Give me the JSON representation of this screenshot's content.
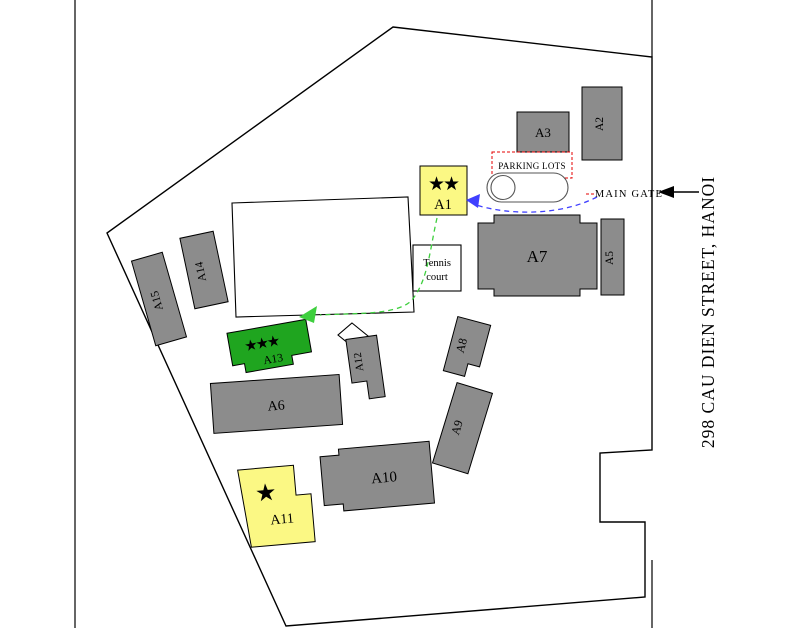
{
  "street_label": "298 CAU DIEN STREET, HANOI",
  "main_gate": {
    "label": "MAIN GATE"
  },
  "parking": {
    "label": "PARKING LOTS"
  },
  "tennis_court": {
    "line1": "Tennis",
    "line2": "court"
  },
  "buildings": {
    "a1": "A1",
    "a2": "A2",
    "a3": "A3",
    "a5": "A5",
    "a6": "A6",
    "a7": "A7",
    "a8": "A8",
    "a9": "A9",
    "a10": "A10",
    "a11": "A11",
    "a12": "A12",
    "a13": "A13",
    "a14": "A14",
    "a15": "A15"
  },
  "stars": {
    "a1": "★★",
    "a11": "★",
    "a13": "★★★"
  },
  "colors": {
    "building_gray": "#8c8c8c",
    "highlight_yellow": "#fbf884",
    "highlight_green": "#1fa51f",
    "accent_red": "#e60000",
    "route_blue": "#4040ff",
    "route_green": "#3ecf3e",
    "boundary_black": "#000000"
  }
}
